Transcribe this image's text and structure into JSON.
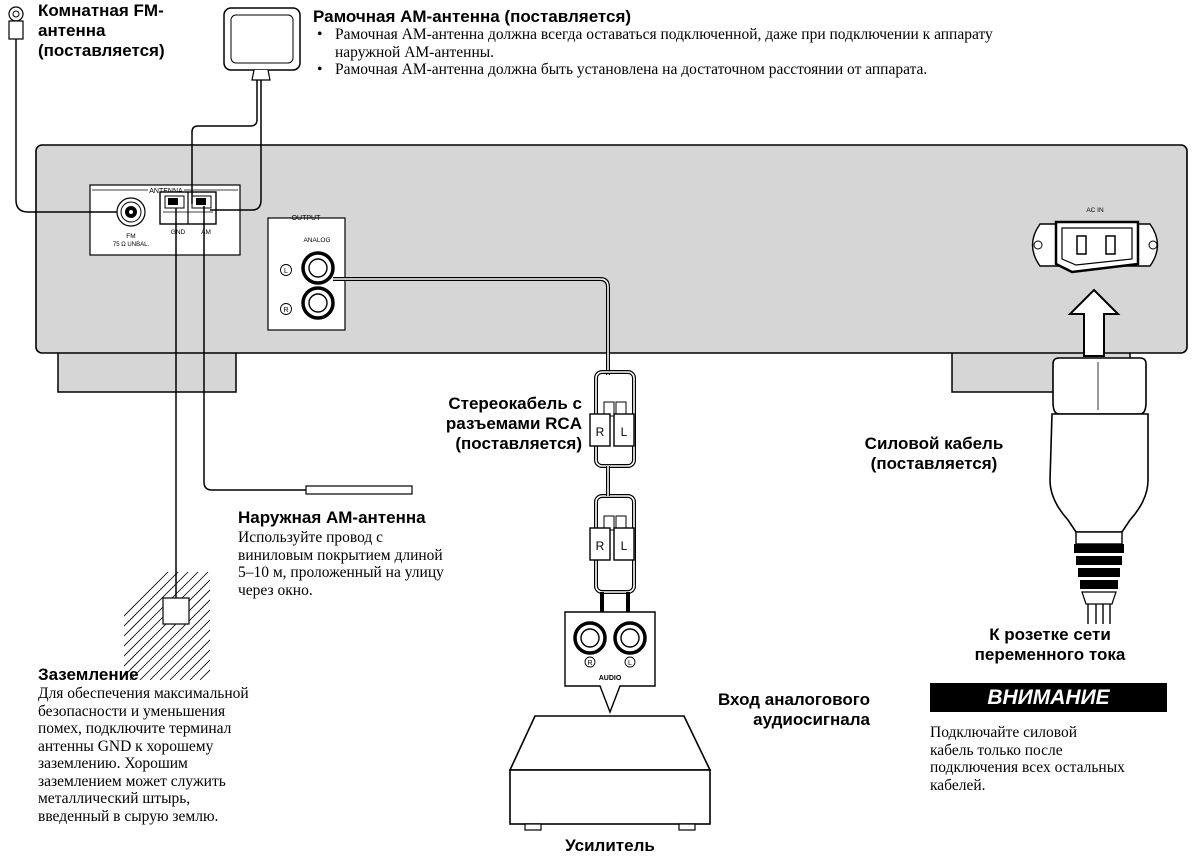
{
  "fm_antenna": {
    "title": "Комнатная FM-\nантенна\n(поставляется)"
  },
  "am_loop": {
    "title": "Рамочная АМ-антенна (поставляется)",
    "bullets": [
      "Рамочная АМ-антенна должна всегда оставаться подключенной, даже при подключении к аппарату наружной АМ-антенны.",
      "Рамочная АМ-антенна должна быть установлена на достаточном расстоянии от аппарата."
    ]
  },
  "panel": {
    "antenna_label": "ANTENNA",
    "fm_label": "FM",
    "fm_sub": "75 Ω UNBAL.",
    "gnd_label": "GND",
    "am_label": "AM",
    "output_label": "OUTPUT",
    "analog_label": "ANALOG",
    "left_mark": "L",
    "right_mark": "R",
    "ac_in_label": "AC IN"
  },
  "rca_cable": {
    "title": "Стереокабель с\nразъемами RCA\n(поставляется)",
    "plug_r": "R",
    "plug_l": "L"
  },
  "power_cable": {
    "title": "Силовой кабель\n(поставляется)"
  },
  "outdoor_am": {
    "title": "Наружная АМ-антенна",
    "text": "Используйте провод с\nвиниловым покрытием длиной\n5–10 м, проложенный на улицу\nчерез окно."
  },
  "ground": {
    "title": "Заземление",
    "text": "Для обеспечения максимальной\nбезопасности и уменьшения\nпомех, подключите терминал\nантенны GND к хорошему\nзаземлению. Хорошим\nзаземлением может служить\nметаллический штырь,\nвведенный в сырую землю."
  },
  "amp": {
    "input_label": "AUDIO",
    "analog_input": "Вход аналогового\nаудиосигнала",
    "name": "Усилитель"
  },
  "outlet": {
    "title": "К розетке сети\nпеременного тока"
  },
  "warning": {
    "title": "ВНИМАНИЕ",
    "text": "Подключайте силовой\nкабель только после\nподключения всех остальных\nкабелей."
  }
}
